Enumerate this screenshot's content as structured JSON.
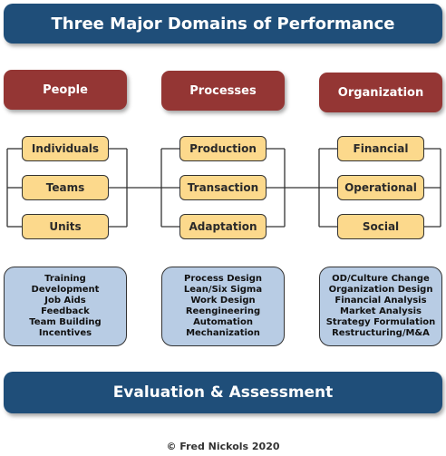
{
  "title": "Three Major Domains of Performance",
  "footer": "Evaluation & Assessment",
  "copyright": "© Fred Nickols 2020",
  "colors": {
    "banner": "#1f4e79",
    "header": "#943634",
    "sub_fill": "#fcd98c",
    "method_fill": "#b8cce4",
    "line": "#333333"
  },
  "columns": [
    {
      "header": "People",
      "items": [
        "Individuals",
        "Teams",
        "Units"
      ],
      "methods": [
        "Training",
        "Development",
        "Job Aids",
        "Feedback",
        "Team Building",
        "Incentives"
      ]
    },
    {
      "header": "Processes",
      "items": [
        "Production",
        "Transaction",
        "Adaptation"
      ],
      "methods": [
        "Process Design",
        "Lean/Six Sigma",
        "Work Design",
        "Reengineering",
        "Automation",
        "Mechanization"
      ]
    },
    {
      "header": "Organization",
      "items": [
        "Financial",
        "Operational",
        "Social"
      ],
      "methods": [
        "OD/Culture Change",
        "Organization Design",
        "Financial Analysis",
        "Market Analysis",
        "Strategy Formulation",
        "Restructuring/M&A"
      ]
    }
  ]
}
